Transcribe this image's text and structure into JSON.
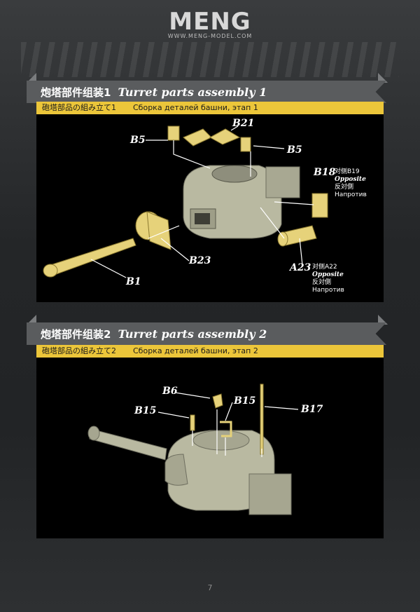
{
  "header": {
    "logo_text": "MENG",
    "logo_url": "WWW.MENG-MODEL.COM"
  },
  "step1": {
    "title_cn": "炮塔部件组装1",
    "title_en": "Turret parts assembly 1",
    "subtitle_jp": "砲塔部品の組み立て1",
    "subtitle_ru": "Сборка деталей башни, этап 1",
    "labels": {
      "b21": "B21",
      "b5_left": "B5",
      "b5_right": "B5",
      "b18": "B18",
      "b23": "B23",
      "b1": "B1",
      "a23": "A23"
    },
    "b18_note": {
      "cn": "对侧B19",
      "en": "Opposite",
      "jp": "反対側",
      "ru": "Напротив"
    },
    "a23_note": {
      "cn": "对侧A22",
      "en": "Opposite",
      "jp": "反対側",
      "ru": "Напротив"
    }
  },
  "step2": {
    "title_cn": "炮塔部件组装2",
    "title_en": "Turret parts assembly 2",
    "subtitle_jp": "砲塔部品の組み立て2",
    "subtitle_ru": "Сборка деталей башни, этап 2",
    "labels": {
      "b6": "B6",
      "b15_left": "B15",
      "b15_right": "B15",
      "b17": "B17"
    }
  },
  "footer": {
    "page_number": "7"
  },
  "colors": {
    "part_yellow": "#e6d27a",
    "turret_grey": "#b9b9a1",
    "banner_bar": "#ecc63a",
    "panel_black": "#000000"
  }
}
